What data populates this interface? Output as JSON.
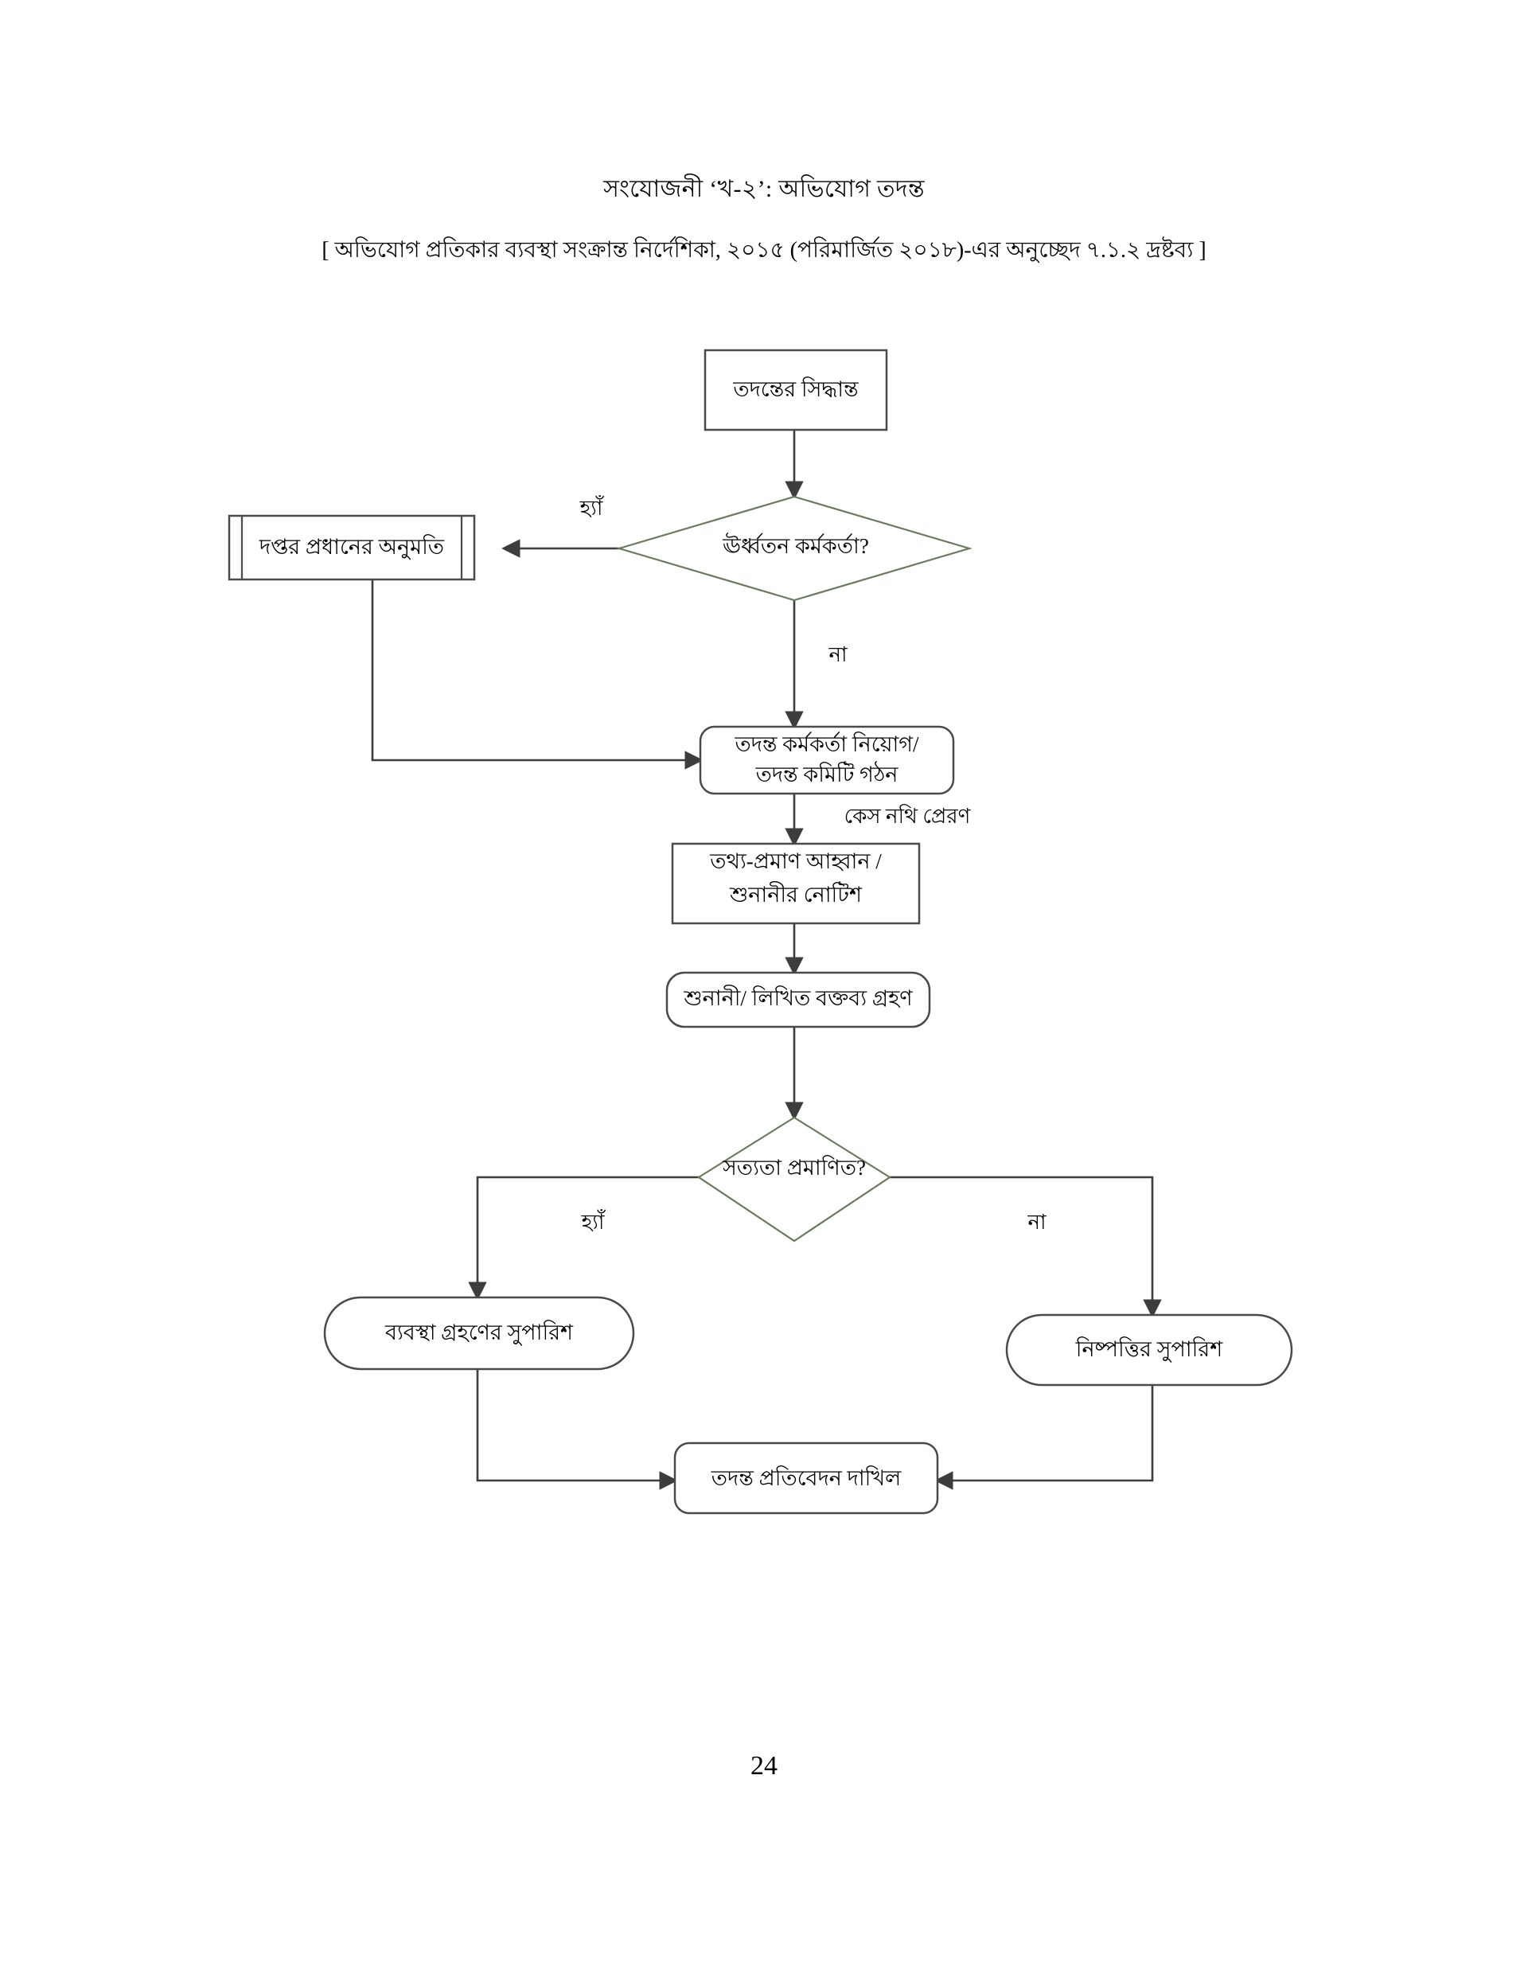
{
  "document": {
    "title": "সংযোজনী ‘খ-২’: অভিযোগ তদন্ত",
    "subtitle": "[ অভিযোগ প্রতিকার ব্যবস্থা সংক্রান্ত নির্দেশিকা, ২০১৫ (পরিমার্জিত ২০১৮)-এর অনুচ্ছেদ  ৭.১.২ দ্রষ্টব্য ]",
    "page_number": "24"
  },
  "chart_data": {
    "type": "diagram",
    "diagram_kind": "flowchart",
    "title": "সংযোজনী ‘খ-২’: অভিযোগ তদন্ত",
    "nodes": [
      {
        "id": "n1",
        "shape": "rectangle",
        "label": "তদন্তের সিদ্ধান্ত"
      },
      {
        "id": "n2",
        "shape": "diamond",
        "label": "ঊর্ধ্বতন কর্মকর্তা?"
      },
      {
        "id": "n3",
        "shape": "predefined-process",
        "label": "দপ্তর প্রধানের অনুমতি"
      },
      {
        "id": "n4",
        "shape": "rounded-rectangle",
        "label_line1": "তদন্ত কর্মকর্তা নিয়োগ/",
        "label_line2": "তদন্ত কমিটি গঠন"
      },
      {
        "id": "n5",
        "shape": "rectangle",
        "label_line1": "তথ্য-প্রমাণ আহ্বান /",
        "label_line2": "শুনানীর নোটিশ"
      },
      {
        "id": "n6",
        "shape": "rounded-rectangle",
        "label": "শুনানী/ লিখিত বক্তব্য গ্রহণ"
      },
      {
        "id": "n7",
        "shape": "diamond",
        "label": "সত্যতা প্রমাণিত?"
      },
      {
        "id": "n8",
        "shape": "stadium",
        "label": "ব্যবস্থা গ্রহণের সুপারিশ"
      },
      {
        "id": "n9",
        "shape": "stadium",
        "label": "নিষ্পত্তির সুপারিশ"
      },
      {
        "id": "n10",
        "shape": "rounded-rectangle",
        "label": "তদন্ত প্রতিবেদন দাখিল"
      }
    ],
    "edges": [
      {
        "from": "n1",
        "to": "n2",
        "label": ""
      },
      {
        "from": "n2",
        "to": "n3",
        "label": "হ্যাঁ"
      },
      {
        "from": "n2",
        "to": "n4",
        "label": "না"
      },
      {
        "from": "n3",
        "to": "n4",
        "label": ""
      },
      {
        "from": "n4",
        "to": "n5",
        "label": "কেস নথি প্রেরণ"
      },
      {
        "from": "n5",
        "to": "n6",
        "label": ""
      },
      {
        "from": "n6",
        "to": "n7",
        "label": ""
      },
      {
        "from": "n7",
        "to": "n8",
        "label": "হ্যাঁ"
      },
      {
        "from": "n7",
        "to": "n9",
        "label": "না"
      },
      {
        "from": "n8",
        "to": "n10",
        "label": ""
      },
      {
        "from": "n9",
        "to": "n10",
        "label": ""
      }
    ],
    "colors": {
      "node_stroke": "#4a4a4a",
      "diamond_stroke": "#6b7a5a",
      "connector": "#3d3d3d",
      "background": "#ffffff",
      "text": "#000000"
    }
  }
}
